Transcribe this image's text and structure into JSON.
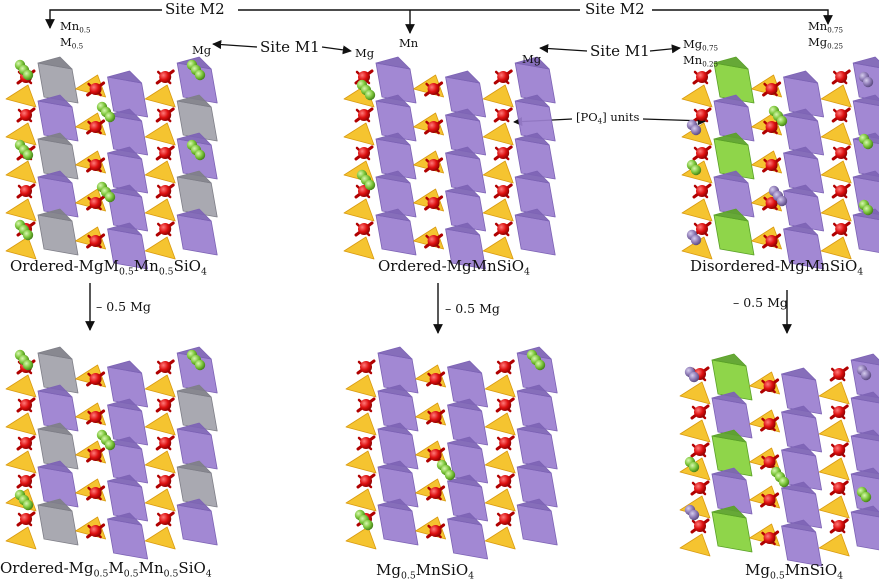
{
  "top": {
    "site_m2_left": "Site M2",
    "site_m2_right": "Site M2",
    "site_m1_left": "Site M1",
    "site_m1_right": "Site M1",
    "po4_prefix": "[PO",
    "po4_sub": "4",
    "po4_suffix": "] units"
  },
  "labels": {
    "left_m2_line1_base": "Mn",
    "left_m2_line1_sub": "0.5",
    "left_m2_line2_base": "M",
    "left_m2_line2_sub": "0.5",
    "left_m1": "Mg",
    "mid_m2": "Mn",
    "mid_m1_left": "Mg",
    "mid_m1_right": "Mg",
    "right_m1_line1_base": "Mg",
    "right_m1_line1_sub": "0.75",
    "right_m1_line2_base": "Mn",
    "right_m1_line2_sub": "0.25",
    "right_m2_line1_base": "Mn",
    "right_m2_line1_sub": "0.75",
    "right_m2_line2_base": "Mg",
    "right_m2_line2_sub": "0.25"
  },
  "captions": {
    "top_left": {
      "a": "Ordered-MgM",
      "a_sub": "0.5",
      "b": "Mn",
      "b_sub": "0.5",
      "c": "SiO",
      "c_sub": "4"
    },
    "top_mid": {
      "a": "Ordered-MgMnSiO",
      "a_sub": "4"
    },
    "top_right": {
      "a": "Disordered-MgMnSiO",
      "a_sub": "4"
    },
    "bottom_left": {
      "a": "Ordered-Mg",
      "a_sub": "0.5",
      "b": "M",
      "b_sub": "0.5",
      "c": "Mn",
      "c_sub": "0.5",
      "d": "SiO",
      "d_sub": "4"
    },
    "bottom_mid": {
      "a": "Mg",
      "a_sub": "0.5",
      "b": "MnSiO",
      "b_sub": "4"
    },
    "bottom_right": {
      "a": "Mg",
      "a_sub": "0.5",
      "b": "MnSiO",
      "b_sub": "4"
    }
  },
  "steps": {
    "left": "– 0.5 Mg",
    "mid": "– 0.5 Mg",
    "right": "– 0.5 Mg"
  },
  "colors": {
    "octahedron_purple": "#9b7fd0",
    "octahedron_purple_dark": "#7d63b5",
    "tetrahedron_yellow": "#f4c020",
    "tetrahedron_yellow_dark": "#d99a10",
    "mixed_gray": "#a3a3ab",
    "mixed_gray_dark": "#7f7f88",
    "mg_site_green": "#86d23c",
    "oxygen_red": "#dd1010",
    "mg_ion_green": "#7cc63a",
    "mn_ion_violet": "#8e7bb6"
  }
}
